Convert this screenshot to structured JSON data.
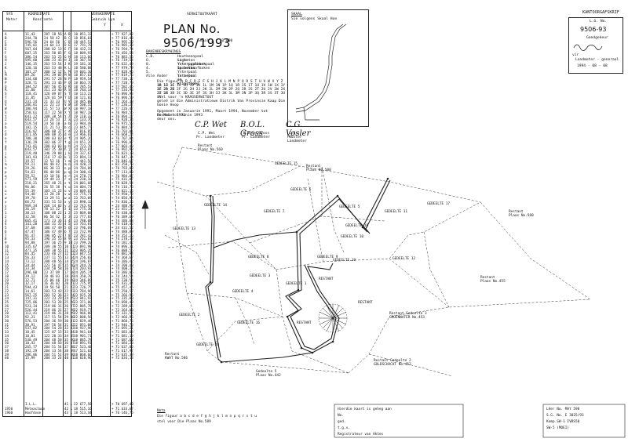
{
  "table": {
    "header_lines": [
      [
        "SYS",
        "KOORDINATE",
        "VERSKERMATE"
      ],
      [
        "Meter",
        "Konstante",
        "Gebruik Lyn"
      ],
      [
        "",
        "Y",
        "X"
      ]
    ],
    "rows": [
      [
        "A",
        "11,43",
        "287 18 56",
        "A B",
        "10 851,33",
        "+ 77 927,82"
      ],
      [
        "B",
        "244,70",
        "24 50 42",
        "B C",
        "18 856,01",
        "+ 77 816,48"
      ],
      [
        "C",
        "596,56",
        "24 64 56",
        "C D",
        "18 445,53",
        "+ 76 995,20"
      ],
      [
        "D",
        "745,01",
        "24 64 13",
        "D E",
        "17 791,70",
        "+ 76 985,30"
      ],
      [
        "E",
        "567,04",
        "288 02 13",
        "E F",
        "18 432,33",
        "+ 76 594,74"
      ],
      [
        "F",
        "607,25",
        "263 50 05",
        "F G",
        "18 809,93",
        "+ 76 456,58"
      ],
      [
        "G",
        "386,54",
        "263 53 25",
        "G H",
        "18 113,66",
        "+ 76 883,55"
      ],
      [
        "H",
        "595,80",
        "288 23 45",
        "H J",
        "18 387,58",
        "+ 76 719,54"
      ],
      [
        "J",
        "146,35",
        "263 53 54",
        "J K",
        "19 181,36",
        "+ 76 632,49"
      ],
      [
        "K",
        "120,16",
        "263 53 48",
        "K L",
        "18 580,88",
        "+ 77 979,79"
      ],
      [
        "L",
        "101,27",
        "300 12 12",
        "L M",
        "19 601,30",
        "+ 77 828,96"
      ],
      [
        "M",
        "89,26",
        "291 39 05",
        "M N",
        "18 857,63",
        "+ 77 819,76"
      ],
      [
        "N",
        "134,60",
        "291 57 28",
        "N P",
        "18 959,54",
        "+ 77 738,12"
      ],
      [
        "P",
        "328,71",
        "291 23 46",
        "P Q",
        "18 863,76",
        "+ 77 728,79"
      ],
      [
        "Q",
        "184,52",
        "307 56 45",
        "Q R",
        "18 785,53",
        "+ 77 582,45"
      ],
      [
        "R",
        "11,80",
        "311 23 46",
        "R S",
        "18 784,14",
        "+ 77 534,93"
      ],
      [
        "S",
        "118,41",
        "126 09 07",
        "S T",
        "18 113,23",
        "+ 76 896,93"
      ],
      [
        "T",
        "11,85",
        "126 01 59",
        "T U",
        "18 121,82",
        "+ 76 896,59"
      ],
      [
        "U",
        "231,24",
        "21 33 33",
        "U V",
        "18 485,08",
        "+ 77 264,38"
      ],
      [
        "V",
        "286,01",
        "21 23 23",
        "V W",
        "18 508,55",
        "+ 77 236,27"
      ],
      [
        "W",
        "186,94",
        "21 57 53",
        "W X",
        "18 997,18",
        "+ 77 226,47"
      ],
      [
        "X",
        "258,61",
        "117 22 58",
        "X Y",
        "18 987,18",
        "+ 76 984,55"
      ],
      [
        "Y",
        "641,22",
        "208 38 54",
        "Y Z",
        "19 118,32",
        "+ 76 894,27"
      ],
      [
        "Z",
        "643,57",
        "23 26 53",
        "Z a",
        "23 133,76",
        "+ 76 928,34"
      ],
      [
        "a",
        "519,54",
        "24 50 10",
        "a b",
        "23 984,49",
        "+ 76 975,53"
      ],
      [
        "b",
        "182,15",
        "21 21 53",
        "b c",
        "23 845,77",
        "+ 76 884,57"
      ],
      [
        "c",
        "216,07",
        "308 08 37",
        "c d",
        "23 816,85",
        "+ 76 793,01"
      ],
      [
        "d",
        "311,05",
        "308 08 35",
        "d e",
        "23 966,01",
        "+ 76 668,24"
      ],
      [
        "e",
        "708,30",
        "288 03 03",
        "e f",
        "24 905,26",
        "+ 76 707,84"
      ],
      [
        "f",
        "136,29",
        "302 06 37",
        "f g",
        "24 651,26",
        "+ 76 996,07"
      ],
      [
        "g",
        "741,01",
        "288 03 03",
        "g h",
        "24 723,78",
        "+ 77 003,48"
      ],
      [
        "h",
        "643,57",
        "303 35 30",
        "h j",
        "24 653,81",
        "+ 76 992,98"
      ],
      [
        "j",
        "219,48",
        "346 29 08",
        "j k",
        "24 337,67",
        "+ 76 023,18"
      ],
      [
        "k",
        "101,93",
        "216 17 43",
        "k l",
        "23 894,11",
        "+ 76 847,14"
      ],
      [
        "l",
        "19,57",
        "12 53 16",
        "l m",
        "24 441,56",
        "+ 76 846,67"
      ],
      [
        "m",
        "59,11",
        "86 40 42",
        "m n",
        "24 420,37",
        "+ 83 350,79"
      ],
      [
        "n",
        "29,26",
        "86 38 33",
        "n p",
        "24 784,09",
        "+ 76 793,09"
      ],
      [
        "p",
        "54,63",
        "86 40 06",
        "p q",
        "24 300,43",
        "+ 77 113,80"
      ],
      [
        "q",
        "59,52",
        "43 10 56",
        "q r",
        "24 270,73",
        "+ 76 984,07"
      ],
      [
        "r",
        "571,59",
        "29 49 33",
        "r s",
        "24 230,10",
        "+ 75 431,07"
      ],
      [
        "s",
        "218,21",
        "265 40 21",
        "s t",
        "24 001,68",
        "+ 78 028,54"
      ],
      [
        "t",
        "96,06",
        "26 55 38",
        "t u",
        "24 004,71",
        "+ 74 116,76"
      ],
      [
        "u",
        "55,39",
        "103 11 22",
        "u v",
        "24 009,65",
        "+ 74 021,16"
      ],
      [
        "v",
        "54,48",
        "13 28 28",
        "v w",
        "23 775,71",
        "+ 74 950,73"
      ],
      [
        "w",
        "39,70",
        "13 29 51",
        "w x",
        "23 763,09",
        "+ 74 856,93"
      ],
      [
        "x",
        "66,72",
        "331 51 53",
        "x y",
        "23 898,32",
        "+ 74 836,26"
      ],
      [
        "y",
        "969,34",
        "266 14 02",
        "y z",
        "23 743,92",
        "+ 24 488,90"
      ],
      [
        "z",
        "36,19",
        "78 13 22",
        "z 1",
        "23 775,30",
        "+ 21 451,20"
      ],
      [
        "1",
        "30,13",
        "106 08 22",
        "1 2",
        "23 869,08",
        "+ 76 430,08"
      ],
      [
        "2",
        "32,58",
        "86 54 32",
        "2 3",
        "23 777,83",
        "+ 76 389,69"
      ],
      [
        "3",
        "665,41",
        "173 23 36",
        "3 4",
        "23 780,08",
        "+ 74 386,08"
      ],
      [
        "4",
        "141,28",
        "166 31 35",
        "4 5",
        "23 763,81",
        "+ 74 418,42"
      ],
      [
        "5",
        "37,68",
        "186 47 49",
        "5 6",
        "23 796,69",
        "+ 24 431,52"
      ],
      [
        "6",
        "47,47",
        "186 47 49",
        "6 7",
        "23 732,99",
        "+ 74 488,89"
      ],
      [
        "7",
        "91,47",
        "196 05 22",
        "7 8",
        "23 781,42",
        "+ 74 353,26"
      ],
      [
        "8",
        "95,33",
        "196 35 55",
        "8 9",
        "23 761,83",
        "+ 74 278,33"
      ],
      [
        "9",
        "94,88",
        "197 36 25",
        "9 10",
        "23 799,20",
        "+ 74 181,42"
      ],
      [
        "10",
        "335,67",
        "209 38 55",
        "10 11",
        "23 891,98",
        "+ 74 096,31"
      ],
      [
        "11",
        "471,35",
        "209 38 55",
        "11 12",
        "23 905,35",
        "+ 76 088,55"
      ],
      [
        "12",
        "84,45",
        "233 40 27",
        "12 13",
        "23 847,53",
        "+ 76 081,94"
      ],
      [
        "13",
        "56,33",
        "237 11 55",
        "13 14",
        "24 256,03",
        "+ 74 368,67"
      ],
      [
        "14",
        "73,12",
        "208 48 56",
        "14 15",
        "24 196,87",
        "+ 74 386,42"
      ],
      [
        "15",
        "34,44",
        "223 56 47",
        "15 16",
        "24 244,70",
        "+ 74 390,48"
      ],
      [
        "16",
        "33,34",
        "234 58 58",
        "16 17",
        "24 203,93",
        "+ 74 400,32"
      ],
      [
        "17",
        "296,00",
        "23 37 09",
        "17 18",
        "24 205,74",
        "+ 74 386,05"
      ],
      [
        "18",
        "39,12",
        "20 46 03",
        "18 19",
        "24 350,78",
        "+ 74 244,54"
      ],
      [
        "19",
        "12,71",
        "15 06 46",
        "19 20",
        "24 346,89",
        "+ 75 230,54"
      ],
      [
        "20",
        "12,17",
        "16 36 02",
        "20 21",
        "23 775,95",
        "+ 75 431,44"
      ],
      [
        "21",
        "594,43",
        "19 56 50",
        "21 22",
        "23 726,75",
        "+ 75 457,45"
      ],
      [
        "22",
        "14,61",
        "203 53 43",
        "22 23",
        "23 784,96",
        "+ 75 250,57"
      ],
      [
        "23",
        "567,25",
        "203 52 36",
        "23 24",
        "23 925,28",
        "+ 75 266,96"
      ],
      [
        "24",
        "147,31",
        "222 23 29",
        "24 25",
        "23 941,93",
        "+ 75 335,00"
      ],
      [
        "25",
        "725,86",
        "203 53 28",
        "25 26",
        "23 371,00",
        "+ 74 698,49"
      ],
      [
        "26",
        "523,34",
        "219 06 31",
        "26 27",
        "22 885,78",
        "+ 72 289,65"
      ],
      [
        "27",
        "526,44",
        "219 06 31",
        "27 28",
        "22 919,77",
        "+ 72 364,08"
      ],
      [
        "28",
        "112,41",
        "219 06 31",
        "28 29",
        "22 966,88",
        "+ 72 331,56"
      ],
      [
        "29",
        "92,21",
        "117 51 54",
        "29 30",
        "22 808,56",
        "+ 72 466,96"
      ],
      [
        "30",
        "576,53",
        "204 36 59",
        "30 31",
        "22 829,46",
        "+ 71 868,76"
      ],
      [
        "31",
        "30,91",
        "197 56 54",
        "31 32",
        "22 851,08",
        "+ 71 946,73"
      ],
      [
        "32",
        "537,82",
        "204 54 28",
        "32 33",
        "18 937,96",
        "+ 71 695,21"
      ],
      [
        "33",
        "10,45",
        "125 07 15",
        "33 34",
        "18 941,64",
        "+ 71 683,68"
      ],
      [
        "34",
        "10,01",
        "122 20 33",
        "34 35",
        "18 901,71",
        "+ 71 681,19"
      ],
      [
        "35",
        "530,49",
        "204 48 58",
        "35 36",
        "18 885,78",
        "+ 71 687,60"
      ],
      [
        "36",
        "10,43",
        "204 48 56",
        "36 37",
        "18 891,91",
        "+ 71 684,20"
      ],
      [
        "37",
        "265,77",
        "204 51 54",
        "37 38",
        "17 523,48",
        "+ 71 637,86"
      ],
      [
        "38",
        "192,29",
        "204 13 54",
        "38 39",
        "17 521,02",
        "+ 71 617,97"
      ],
      [
        "39",
        "286,06",
        "204 51 51",
        "39 40",
        "18 068,66",
        "+ 71 635,39"
      ],
      [
        "40",
        "15,99",
        "204 33 24",
        "40 41",
        "18 018,96",
        "+ 71 634,13"
      ]
    ],
    "footer_rows": [
      [
        "",
        "I.L.L.",
        "",
        "41 L",
        "22 677,58",
        "+ 70 697,40"
      ],
      [
        "1950",
        "Meteastoon",
        "",
        "42 L",
        "18 515,16",
        "+ 71 633,67"
      ],
      [
        "1960",
        "Hoofdvoe",
        "",
        "43 L",
        "18 513,44",
        "+ 76 146,75"
      ]
    ]
  },
  "title": {
    "subtitle": "SERWITUUTKAART",
    "main": "PLAN No. 9506/1993",
    "scale": "Skaal 1 : 50 000"
  },
  "legend": {
    "heading": "BAKENBESKRYWINGS",
    "items": [
      [
        "C.D.",
        "Houtkeenpaal in beton"
      ],
      [
        "O.",
        "Ligte Ysterpaalhoekpaal in beton"
      ],
      [
        "8.",
        "Ysterpypbaken in beton"
      ],
      [
        "4.",
        "Spoorstaafbaken"
      ],
      [
        "5.",
        "Ysterpaal in beton en klipstapel"
      ],
      [
        "Alle Ander",
        "Ysterpaal in klipstapel"
      ]
    ]
  },
  "figure_text": [
    "Die figuur A B C D E F G H J K L M N P Q R S T U V W X Y Z 1A 1B 1C",
    "1D 1E 1F 1G 1H 1J 1K 1L 1M 1N 1P 1Q 1R 1S 1T 1U 1V 1W 1X 1Y 1Z 2A 2B",
    "2C 2D 2E 2F 2G 2H 2J 2K 2L 2M 2N 2P 2Q 2R 2S 2T 2U 2V 2W 2X 2Y 2Z",
    "2Z 3A 3B 3C 3D 3E 3F 3G 3H 3J 3K 3L 3M 3N 3P 3Q 3R 3S 3T 3U 3V",
    "stel voor ’n KRAGSERWITUUT",
    "geleë in die Administratiewe Distrik Van Provinsie Kaap Die Goeie Hoop",
    "Opgemeet in Januarie 1991, Maart 1994, November tot Desember 1992",
    "en Mei tot Junie 1993",
    "deur ons."
  ],
  "signatures": [
    {
      "sig": "C.P. Wet",
      "name": "C.P. Wei",
      "role": "Pr. Landmeter"
    },
    {
      "sig": "B.O.L. Gross",
      "name": "B.O.L. Gross",
      "role": "Pr. Landmeter"
    },
    {
      "sig": "C.G. Vosler",
      "name": "C.G. Vosler",
      "role": "Pr. Landmeter"
    }
  ],
  "locality": {
    "label1": "SKAAL",
    "label2": "Sie volgens Skaal Hoe"
  },
  "office": {
    "heading": "KANTOORGAFSKRIF",
    "sub": "L.G. No.",
    "number": "9506-93",
    "approved": "Goedgekeur",
    "role1": "vir",
    "role2": "Landmeter - generaal",
    "date": "1994 - 08 - 08"
  },
  "parcels": [
    {
      "text": "Restant\nPlaas No.560"
    },
    {
      "text": "GEDEELTE 15"
    },
    {
      "text": "GEDEELTE 14"
    },
    {
      "text": "GEDEELTE 13"
    },
    {
      "text": "GEDEELTE 6"
    },
    {
      "text": "GEDEELTE 5"
    },
    {
      "text": "GEDEELTE 7"
    },
    {
      "text": "GEDEELTE 8"
    },
    {
      "text": "GEDEELTE 9"
    },
    {
      "text": "GEDEELTE 10"
    },
    {
      "text": "GEDEELTE 11"
    },
    {
      "text": "GEDEELTE 12"
    },
    {
      "text": "GEDEELTE 3"
    },
    {
      "text": "GEDEELTE 4"
    },
    {
      "text": "GEDEELTE 2"
    },
    {
      "text": "GEDEELTE 1"
    },
    {
      "text": "GEDEELTE 16"
    },
    {
      "text": "GEDEELTE 17"
    },
    {
      "text": "GEDEELTE 18"
    },
    {
      "text": "GEDEELTE 19"
    },
    {
      "text": "GEDEELTE 20"
    },
    {
      "text": "RESTANT"
    },
    {
      "text": "RESTANT"
    },
    {
      "text": "RESTANT"
    },
    {
      "text": "Restant\nPlaas No.588"
    },
    {
      "text": "Restant\nPlaas No.588"
    },
    {
      "text": "Restant\nPlaas No.455"
    },
    {
      "text": "Restant\nKWAT No.586"
    },
    {
      "text": "Restant Gedeelte 3\nGROENWATER No.453"
    },
    {
      "text": "Restant Gedeelte 2\nGOLDSCHACHT No.452"
    },
    {
      "text": "Gedeelte 5\nPlaas No.442"
    }
  ],
  "note": {
    "heading": "Nota",
    "line1": "Die figuur a b c d e f g h j k l m n p q r s t u",
    "line2": "stel voor Die Plaas No.589"
  },
  "footer_middle": {
    "lines": [
      "Hierdie kaart is geheg aan",
      "No.",
      "ged.",
      "t.g.v.",
      "Registrateur van Aktes"
    ]
  },
  "footer_right": {
    "lines": [
      "Lêer No. MAY 598",
      "S.G. No. E 3025/93",
      "Komp.SW-1 IVBS50",
      "SW-5 (MOEI)"
    ]
  }
}
